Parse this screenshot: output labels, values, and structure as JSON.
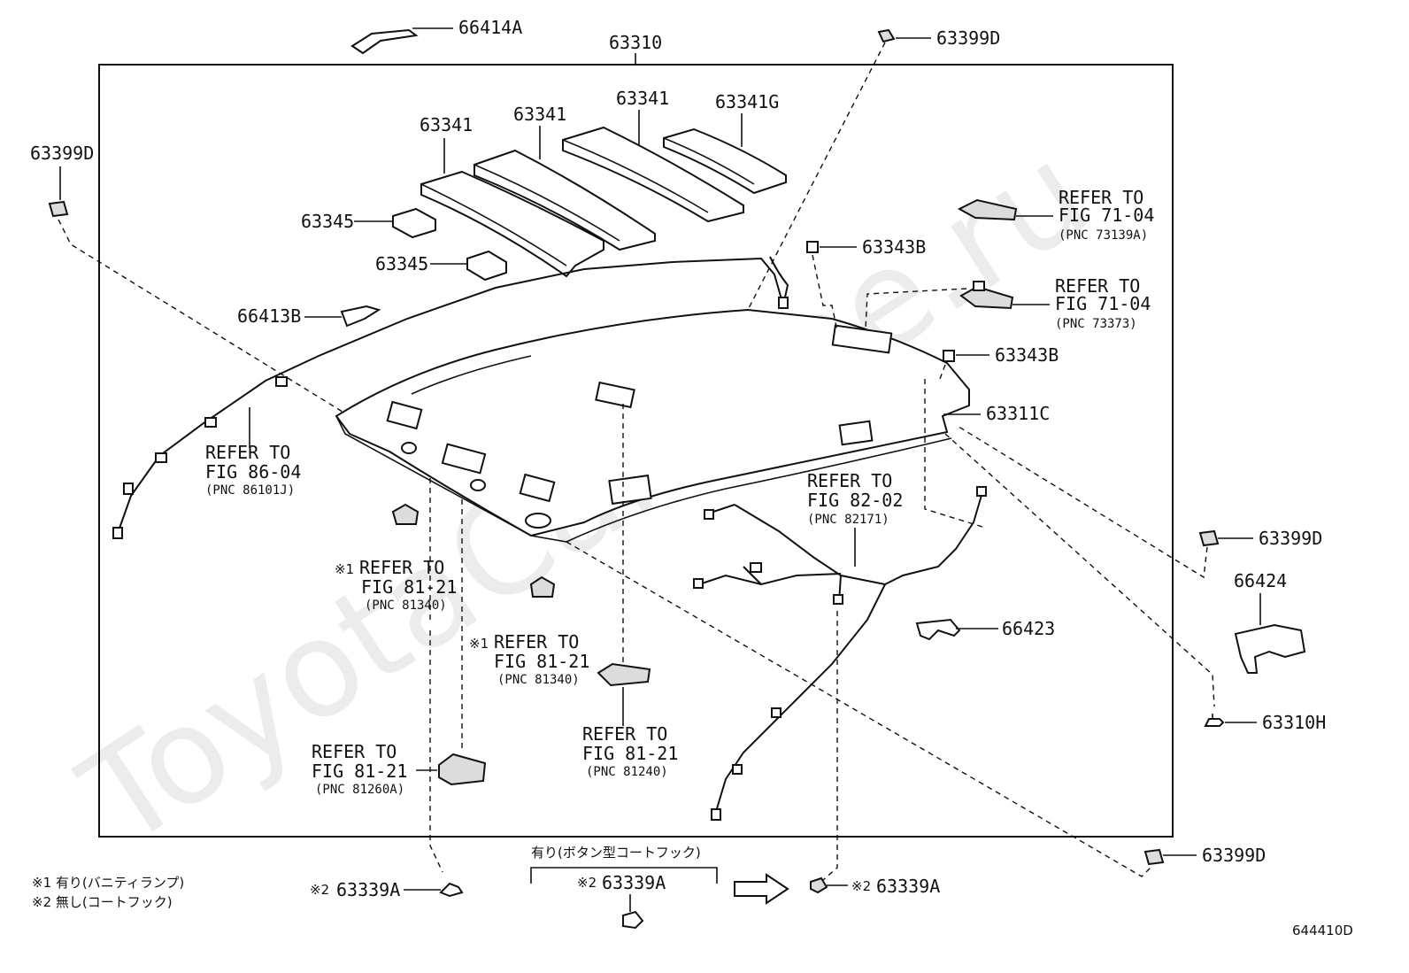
{
  "watermark": "ToyotaCarMine.ru",
  "parts": {
    "p66414A": "66414A",
    "p63310": "63310",
    "p63399D_top": "63399D",
    "p63399D_left": "63399D",
    "p63399D_right": "63399D",
    "p63399D_bottom": "63399D",
    "p63341_a": "63341",
    "p63341_b": "63341",
    "p63341_c": "63341",
    "p63341G": "63341G",
    "p63345_a": "63345",
    "p63345_b": "63345",
    "p63343B_a": "63343B",
    "p63343B_b": "63343B",
    "p66413B": "66413B",
    "p63311C": "63311C",
    "p66423": "66423",
    "p66424": "66424",
    "p63310H": "63310H",
    "p63339A_left": "63339A",
    "p63339A_mid": "63339A",
    "p63339A_right": "63339A"
  },
  "refs": {
    "r7104a": {
      "l1": "REFER TO",
      "l2": "FIG 71-04",
      "l3": "(PNC 73139A)"
    },
    "r7104b": {
      "l1": "REFER TO",
      "l2": "FIG 71-04",
      "l3": "(PNC 73373)"
    },
    "r8604": {
      "l1": "REFER TO",
      "l2": "FIG 86-04",
      "l3": "(PNC 86101J)"
    },
    "r8202": {
      "l1": "REFER TO",
      "l2": "FIG 82-02",
      "l3": "(PNC 82171)"
    },
    "r8121a": {
      "l1": "REFER TO",
      "l2": "FIG 81-21",
      "l3": "(PNC 81340)"
    },
    "r8121b": {
      "l1": "REFER TO",
      "l2": "FIG 81-21",
      "l3": "(PNC 81340)"
    },
    "r8121c": {
      "l1": "REFER TO",
      "l2": "FIG 81-21",
      "l3": "(PNC 81240)"
    },
    "r8121d": {
      "l1": "REFER TO",
      "l2": "FIG 81-21",
      "l3": "(PNC 81260A)"
    }
  },
  "marks": {
    "m1": "※1",
    "m2": "※2"
  },
  "notes": {
    "button_hook": "有り(ボタン型コートフック)",
    "legend1": "※1 有り(バニティランプ)",
    "legend2": "※2 無し(コートフック)"
  },
  "diagram_id": "644410D"
}
